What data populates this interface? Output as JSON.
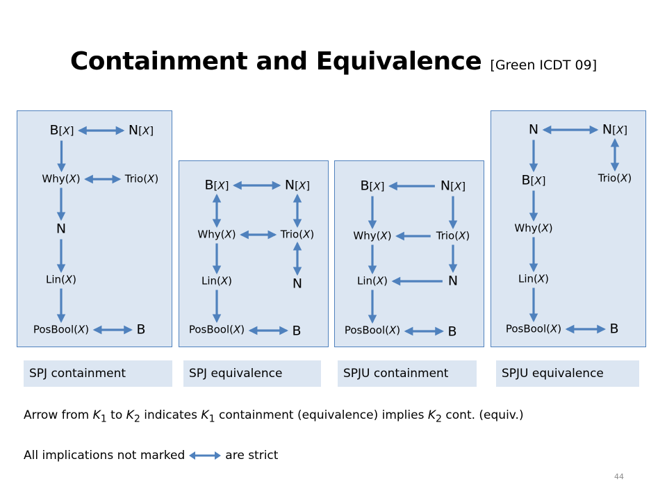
{
  "title": {
    "main": "Containment and Equivalence",
    "citation": "[Green ICDT 09]"
  },
  "colors": {
    "panel_fill": "#dce6f2",
    "panel_border": "#4f81bd",
    "arrow": "#4f81bd"
  },
  "panels": [
    {
      "label": "SPJ containment",
      "nodes": [
        {
          "id": "p1-bx",
          "base": "B",
          "var": "X",
          "bracket": true
        },
        {
          "id": "p1-nx",
          "base": "N",
          "var": "X",
          "bracket": true
        },
        {
          "id": "p1-why",
          "base": "Why",
          "var": "X"
        },
        {
          "id": "p1-trio",
          "base": "Trio",
          "var": "X"
        },
        {
          "id": "p1-n",
          "base": "N"
        },
        {
          "id": "p1-lin",
          "base": "Lin",
          "var": "X"
        },
        {
          "id": "p1-posbool",
          "base": "PosBool",
          "var": "X"
        },
        {
          "id": "p1-b",
          "base": "B"
        }
      ]
    },
    {
      "label": "SPJ equivalence",
      "nodes": [
        {
          "id": "p2-bx",
          "base": "B",
          "var": "X",
          "bracket": true
        },
        {
          "id": "p2-nx",
          "base": "N",
          "var": "X",
          "bracket": true
        },
        {
          "id": "p2-why",
          "base": "Why",
          "var": "X"
        },
        {
          "id": "p2-trio",
          "base": "Trio",
          "var": "X"
        },
        {
          "id": "p2-lin",
          "base": "Lin",
          "var": "X"
        },
        {
          "id": "p2-n",
          "base": "N"
        },
        {
          "id": "p2-posbool",
          "base": "PosBool",
          "var": "X"
        },
        {
          "id": "p2-b",
          "base": "B"
        }
      ]
    },
    {
      "label": "SPJU containment",
      "nodes": [
        {
          "id": "p3-bx",
          "base": "B",
          "var": "X",
          "bracket": true
        },
        {
          "id": "p3-nx",
          "base": "N",
          "var": "X",
          "bracket": true
        },
        {
          "id": "p3-why",
          "base": "Why",
          "var": "X"
        },
        {
          "id": "p3-trio",
          "base": "Trio",
          "var": "X"
        },
        {
          "id": "p3-lin",
          "base": "Lin",
          "var": "X"
        },
        {
          "id": "p3-n",
          "base": "N"
        },
        {
          "id": "p3-posbool",
          "base": "PosBool",
          "var": "X"
        },
        {
          "id": "p3-b",
          "base": "B"
        }
      ]
    },
    {
      "label": "SPJU equivalence",
      "nodes": [
        {
          "id": "p4-n",
          "base": "N"
        },
        {
          "id": "p4-nx",
          "base": "N",
          "var": "X",
          "bracket": true
        },
        {
          "id": "p4-bx",
          "base": "B",
          "var": "X",
          "bracket": true
        },
        {
          "id": "p4-trio",
          "base": "Trio",
          "var": "X"
        },
        {
          "id": "p4-why",
          "base": "Why",
          "var": "X"
        },
        {
          "id": "p4-lin",
          "base": "Lin",
          "var": "X"
        },
        {
          "id": "p4-posbool",
          "base": "PosBool",
          "var": "X"
        },
        {
          "id": "p4-b",
          "base": "B"
        }
      ]
    }
  ],
  "arrows": [
    {
      "from": "p1-bx",
      "to": "p1-nx",
      "kind": "double"
    },
    {
      "from": "p1-bx",
      "to": "p1-why",
      "kind": "single"
    },
    {
      "from": "p1-why",
      "to": "p1-trio",
      "kind": "double"
    },
    {
      "from": "p1-why",
      "to": "p1-n",
      "kind": "single"
    },
    {
      "from": "p1-n",
      "to": "p1-lin",
      "kind": "single"
    },
    {
      "from": "p1-lin",
      "to": "p1-posbool",
      "kind": "single"
    },
    {
      "from": "p1-posbool",
      "to": "p1-b",
      "kind": "double"
    },
    {
      "from": "p2-bx",
      "to": "p2-nx",
      "kind": "double"
    },
    {
      "from": "p2-bx",
      "to": "p2-why",
      "kind": "double"
    },
    {
      "from": "p2-nx",
      "to": "p2-trio",
      "kind": "double"
    },
    {
      "from": "p2-why",
      "to": "p2-trio",
      "kind": "double"
    },
    {
      "from": "p2-why",
      "to": "p2-lin",
      "kind": "single"
    },
    {
      "from": "p2-trio",
      "to": "p2-n",
      "kind": "double"
    },
    {
      "from": "p2-lin",
      "to": "p2-posbool",
      "kind": "single"
    },
    {
      "from": "p2-posbool",
      "to": "p2-b",
      "kind": "double"
    },
    {
      "from": "p3-nx",
      "to": "p3-bx",
      "kind": "single"
    },
    {
      "from": "p3-bx",
      "to": "p3-why",
      "kind": "single"
    },
    {
      "from": "p3-nx",
      "to": "p3-trio",
      "kind": "single"
    },
    {
      "from": "p3-trio",
      "to": "p3-why",
      "kind": "single"
    },
    {
      "from": "p3-why",
      "to": "p3-lin",
      "kind": "single"
    },
    {
      "from": "p3-trio",
      "to": "p3-n",
      "kind": "single"
    },
    {
      "from": "p3-n",
      "to": "p3-lin",
      "kind": "single"
    },
    {
      "from": "p3-lin",
      "to": "p3-posbool",
      "kind": "single"
    },
    {
      "from": "p3-posbool",
      "to": "p3-b",
      "kind": "double"
    },
    {
      "from": "p4-n",
      "to": "p4-nx",
      "kind": "double"
    },
    {
      "from": "p4-n",
      "to": "p4-bx",
      "kind": "single"
    },
    {
      "from": "p4-nx",
      "to": "p4-trio",
      "kind": "double"
    },
    {
      "from": "p4-bx",
      "to": "p4-why",
      "kind": "single"
    },
    {
      "from": "p4-why",
      "to": "p4-lin",
      "kind": "single"
    },
    {
      "from": "p4-lin",
      "to": "p4-posbool",
      "kind": "single"
    },
    {
      "from": "p4-posbool",
      "to": "p4-b",
      "kind": "double"
    }
  ],
  "notes": {
    "arrow_note": {
      "t1": "Arrow from ",
      "k": "K",
      "s1": "1",
      "t2": " to ",
      "s2": "2",
      "t3": " indicates ",
      "t4": " containment (equivalence) implies ",
      "t5": " cont. (equiv.)"
    },
    "strict_note": {
      "before": "All implications not marked",
      "after": "are strict"
    }
  },
  "page_number": "44"
}
